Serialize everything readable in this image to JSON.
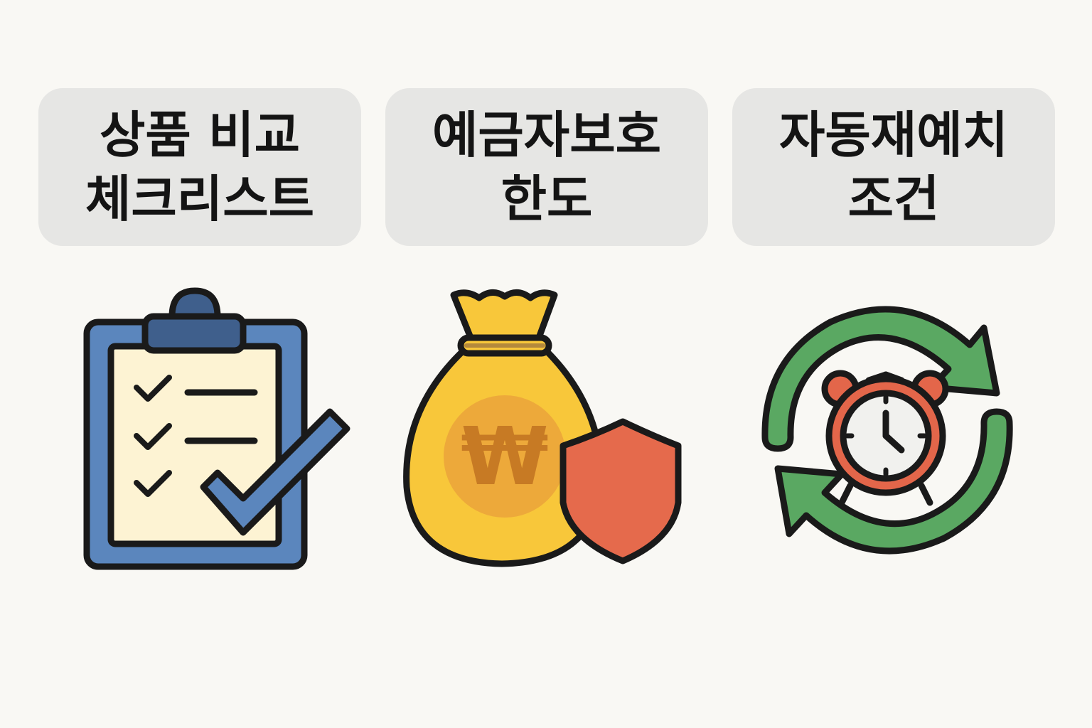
{
  "panels": [
    {
      "title_line1": "상품 비교",
      "title_line2": "체크리스트",
      "icon": "clipboard-checklist-icon"
    },
    {
      "title_line1": "예금자보호",
      "title_line2": "한도",
      "icon": "money-bag-shield-icon",
      "icon_symbol": "₩"
    },
    {
      "title_line1": "자동재예치",
      "title_line2": "조건",
      "icon": "alarm-clock-renew-icon"
    }
  ],
  "colors": {
    "background": "#f9f8f4",
    "label_box": "#e6e6e4",
    "clipboard_blue": "#5b86bd",
    "clipboard_clip": "#3f5f8c",
    "paper": "#fdf3d3",
    "bag_yellow": "#f8c73a",
    "coin_orange": "#eda93a",
    "shield_red": "#e56a4c",
    "arrow_green": "#5aa862",
    "clock_red": "#e3664a",
    "outline": "#1a1a1a"
  }
}
